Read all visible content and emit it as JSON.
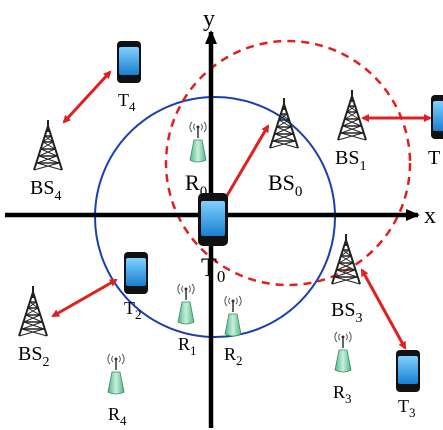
{
  "axes": {
    "x_label": "x",
    "y_label": "y"
  },
  "colors": {
    "axis": "#000000",
    "blue_circle": "#1a3fb0",
    "red_dashed_circle": "#e02020",
    "link_arrow": "#e02020",
    "tower": "#222222",
    "relay_body": "#7dd3a6",
    "phone_body": "#111111",
    "phone_screen": "#3aa6e8"
  },
  "icons": {
    "base_station": "cell-tower-icon",
    "relay": "relay-antenna-icon",
    "terminal": "smartphone-icon"
  },
  "base_stations": [
    {
      "id": "bs0",
      "base": "BS",
      "sub": "0"
    },
    {
      "id": "bs1",
      "base": "BS",
      "sub": "1"
    },
    {
      "id": "bs2",
      "base": "BS",
      "sub": "2"
    },
    {
      "id": "bs3",
      "base": "BS",
      "sub": "3"
    },
    {
      "id": "bs4",
      "base": "BS",
      "sub": "4"
    }
  ],
  "terminals": [
    {
      "id": "t0",
      "base": "T",
      "sub": "0"
    },
    {
      "id": "t1",
      "base": "T",
      "sub": ""
    },
    {
      "id": "t2",
      "base": "T",
      "sub": "2"
    },
    {
      "id": "t3",
      "base": "T",
      "sub": "3"
    },
    {
      "id": "t4",
      "base": "T",
      "sub": "4"
    }
  ],
  "relays": [
    {
      "id": "r0",
      "base": "R",
      "sub": "0"
    },
    {
      "id": "r1",
      "base": "R",
      "sub": "1"
    },
    {
      "id": "r2",
      "base": "R",
      "sub": "2"
    },
    {
      "id": "r3",
      "base": "R",
      "sub": "3"
    },
    {
      "id": "r4",
      "base": "R",
      "sub": "4"
    }
  ]
}
